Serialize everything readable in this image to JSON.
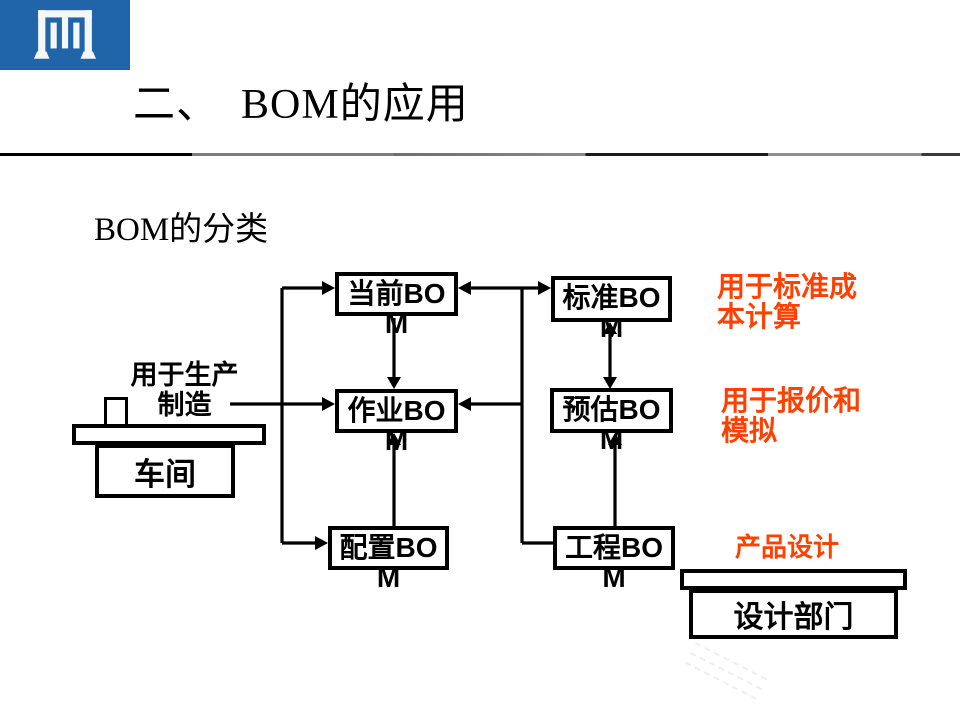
{
  "slide": {
    "title": "二、　BOM的应用",
    "subtitle": "BOM的分类"
  },
  "logo": {
    "name": "company-logo",
    "color": "#2064a9"
  },
  "diagram": {
    "nodes": {
      "current": {
        "label": "当前BOM",
        "lines": [
          "当前BO",
          "M"
        ]
      },
      "standard": {
        "label": "标准BOM",
        "lines": [
          "标准BO",
          "M"
        ]
      },
      "operation": {
        "label": "作业BOM",
        "lines": [
          "作业BO",
          "M"
        ]
      },
      "estimated": {
        "label": "预估BOM",
        "lines": [
          "预估BO",
          "M"
        ]
      },
      "configured": {
        "label": "配置BOM",
        "lines": [
          "配置BO",
          "M"
        ]
      },
      "engineering": {
        "label": "工程BOM",
        "lines": [
          "工程BO",
          "M"
        ]
      }
    },
    "annotations": {
      "production": {
        "lines": [
          "用于生产",
          "制造"
        ],
        "color": "#000000"
      },
      "standard_cost": {
        "lines": [
          "用于标准成",
          "本计算"
        ],
        "color": "#ff4000"
      },
      "quotation": {
        "lines": [
          "用于报价和",
          "模拟"
        ],
        "color": "#ff4000"
      },
      "product_design": {
        "lines": [
          "产品设计"
        ],
        "color": "#ff4000"
      }
    },
    "entities": {
      "workshop": "车间",
      "design_department": "设计部门"
    },
    "edges": [
      {
        "from": "workshop",
        "to": "current",
        "arrow": "to"
      },
      {
        "from": "workshop",
        "to": "operation",
        "arrow": "to"
      },
      {
        "from": "workshop",
        "to": "configured",
        "arrow": "to"
      },
      {
        "from": "engineering",
        "to": "current",
        "arrow": "to"
      },
      {
        "from": "engineering",
        "to": "standard",
        "arrow": "to"
      },
      {
        "from": "engineering",
        "to": "operation",
        "arrow": "to"
      },
      {
        "from": "engineering",
        "to": "estimated",
        "arrow": "to"
      },
      {
        "from": "current",
        "to": "operation",
        "arrow": "to"
      },
      {
        "from": "configured",
        "to": "operation",
        "arrow": "to"
      },
      {
        "from": "standard",
        "to": "estimated",
        "arrow": "both"
      }
    ]
  },
  "colors": {
    "accent_red": "#ff4000",
    "logo_blue": "#2064a9",
    "line": "#000000",
    "background": "#ffffff"
  }
}
